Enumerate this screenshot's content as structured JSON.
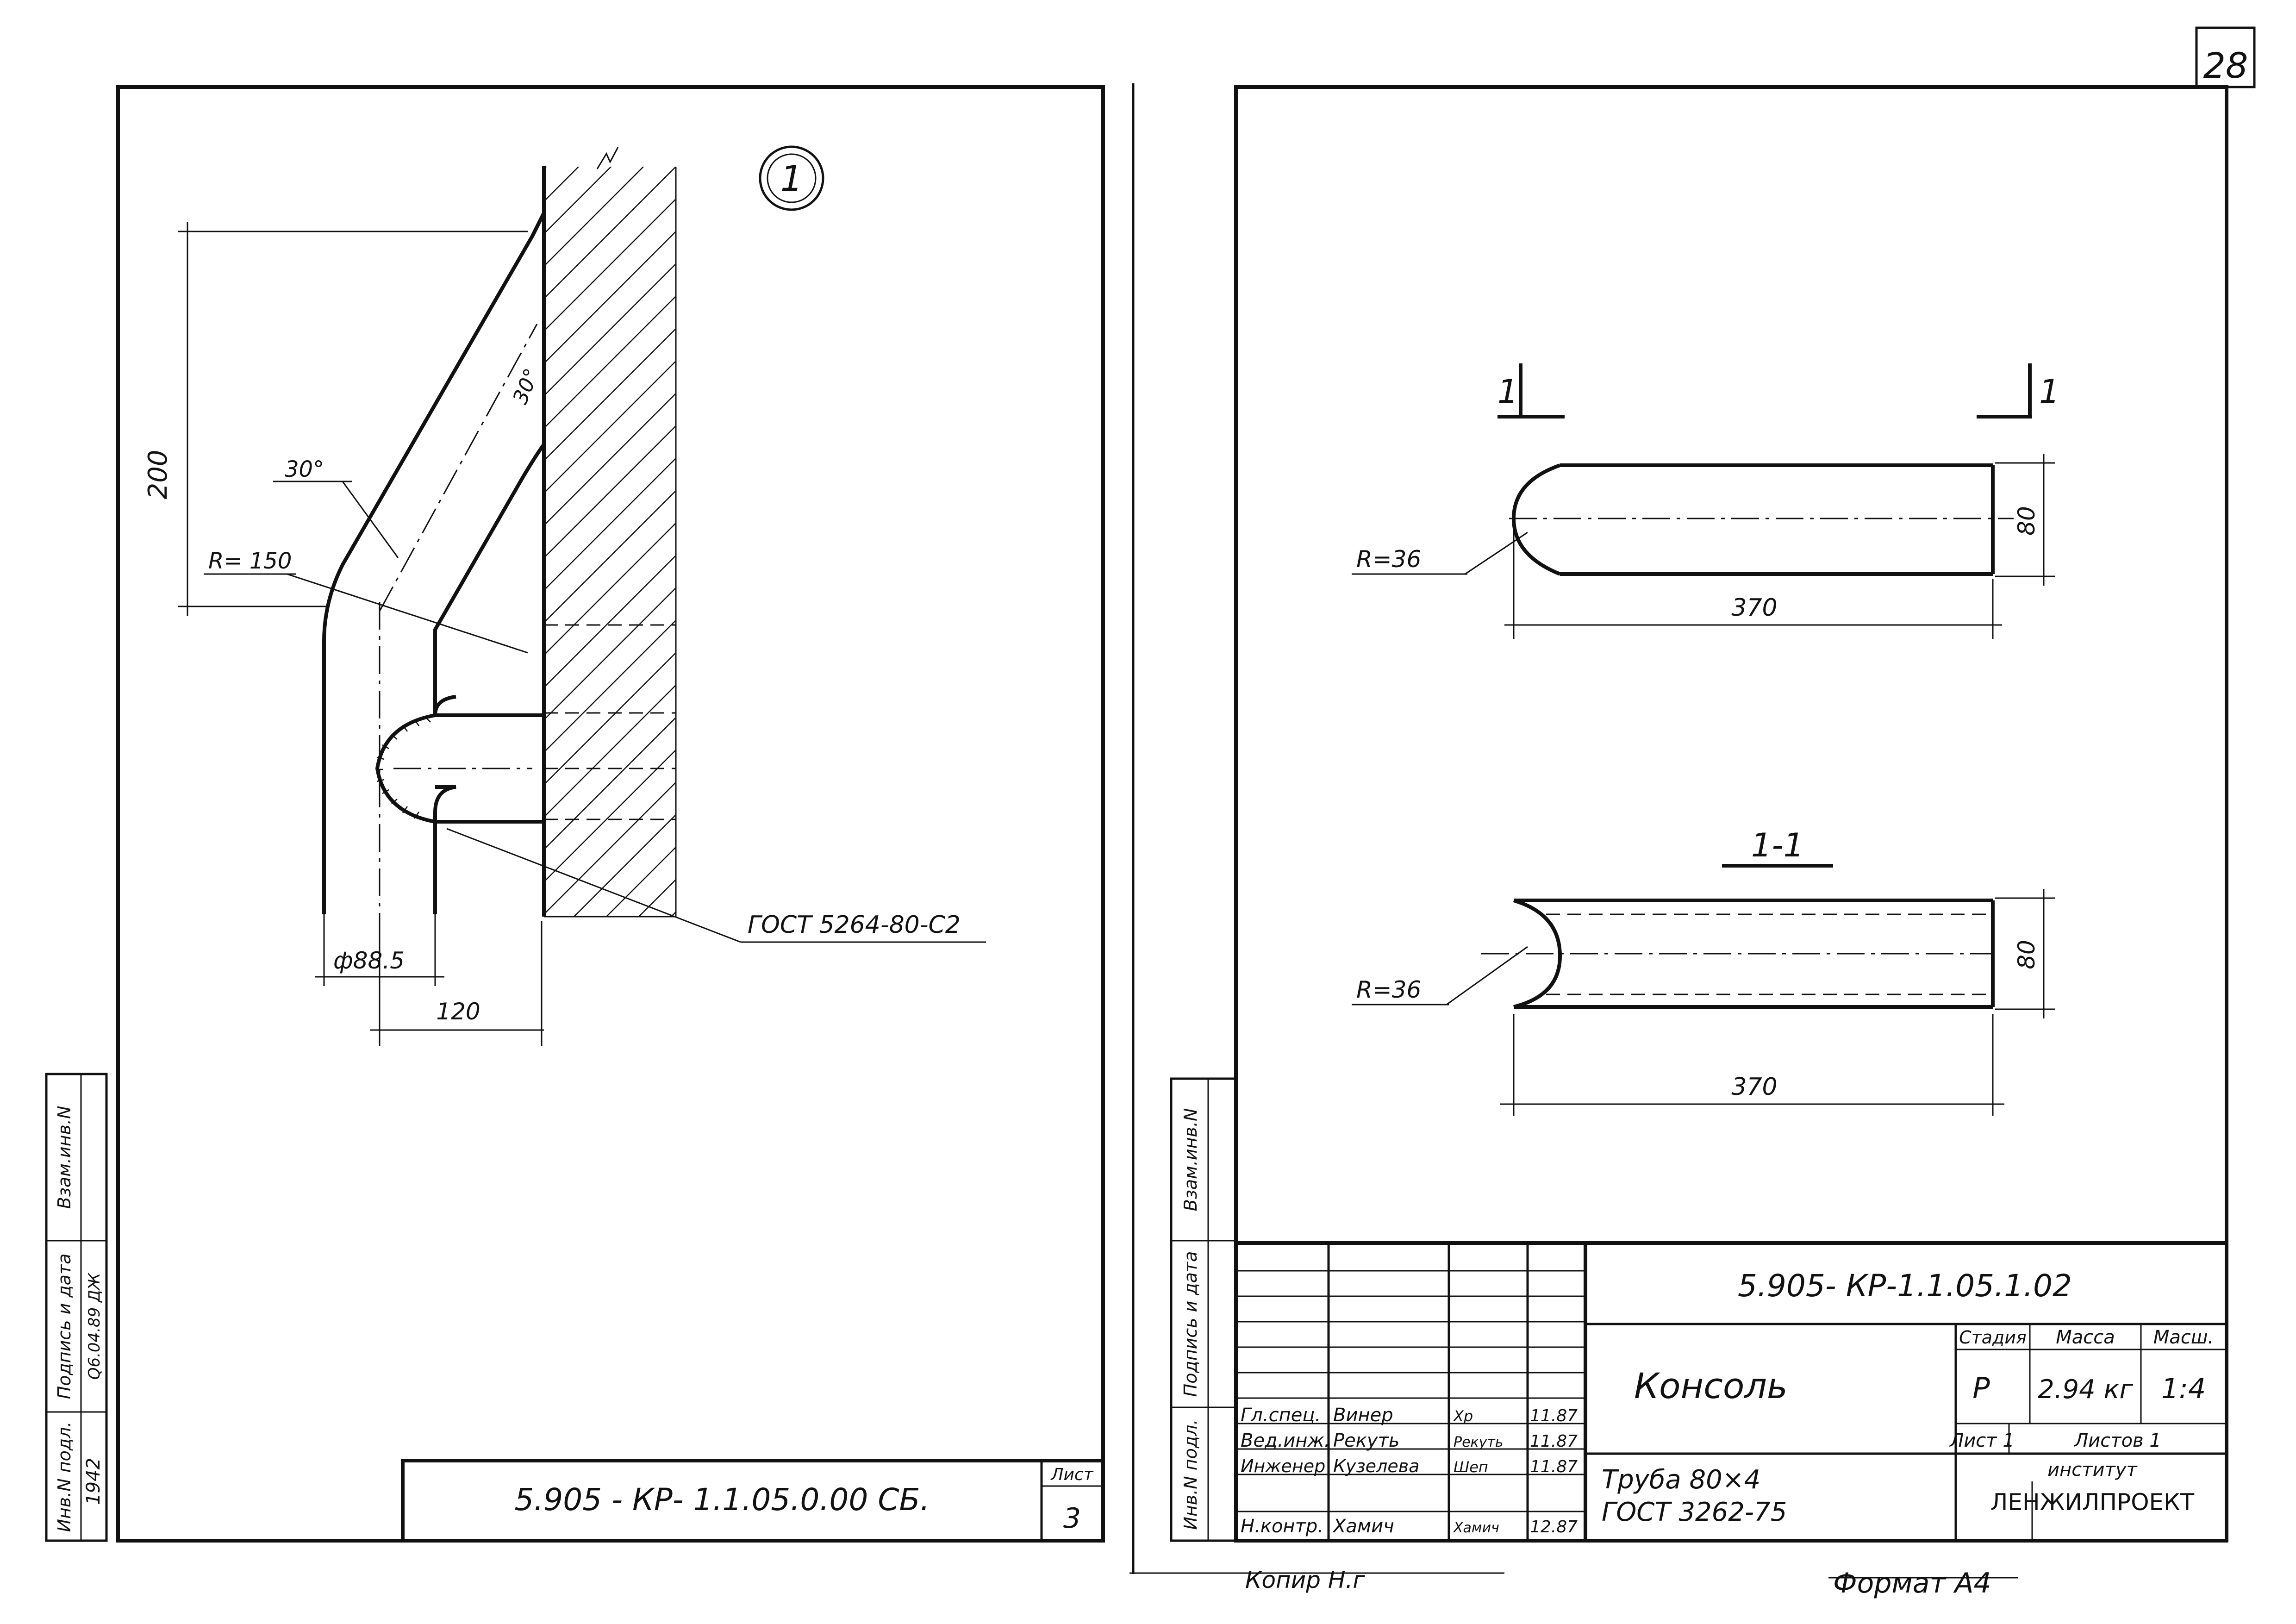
{
  "page_number": "28",
  "left_sheet": {
    "view_marker": "1",
    "dimensions": {
      "height": "200",
      "angle_top": "30°",
      "angle_left": "30°",
      "radius": "R= 150",
      "diameter": "ф88.5",
      "offset": "120"
    },
    "weld_note": "ГОСТ 5264-80-С2",
    "designation": "5.905 - КР- 1.1.05.0.00 СБ.",
    "sheet_label": "Лист",
    "sheet_number": "3",
    "side_stamp": {
      "inv_orig": "Инв.N подл.",
      "sign_date": "Подпись и дата",
      "inv_replace": "Взам.инв.N",
      "inv_value": "1942",
      "sign_value": "Q6.04.89 ДЖ"
    }
  },
  "right_sheet": {
    "section_mark_left": "1",
    "section_mark_right": "1",
    "section_title": "1-1",
    "top_view": {
      "radius": "R=36",
      "width": "80",
      "length": "370"
    },
    "section_view": {
      "radius": "R=36",
      "width": "80",
      "length": "370"
    },
    "side_stamp": {
      "inv_orig": "Инв.N подл.",
      "sign_date": "Подпись и дата",
      "inv_replace": "Взам.инв.N"
    },
    "title_block": {
      "designation": "5.905- КР-1.1.05.1.02",
      "title": "Консоль",
      "stage_label": "Стадия",
      "mass_label": "Масса",
      "scale_label": "Масш.",
      "stage": "Р",
      "mass": "2.94 кг",
      "scale": "1:4",
      "sheet": "Лист 1",
      "sheets": "Листов 1",
      "material_line1": "Труба 80×4",
      "material_line2": "ГОСТ 3262-75",
      "institute_label": "институт",
      "institute": "ЛЕНЖИЛПРОЕКТ",
      "staff": [
        {
          "role": "Гл.спец.",
          "name": "Винер",
          "sign": "Хр",
          "date": "11.87"
        },
        {
          "role": "Вед.инж.",
          "name": "Рекуть",
          "sign": "Рекуть",
          "date": "11.87"
        },
        {
          "role": "Инженер",
          "name": "Кузелева",
          "sign": "Шеп",
          "date": "11.87"
        },
        {
          "role": "Н.контр.",
          "name": "Хамич",
          "sign": "Хамич",
          "date": "12.87"
        }
      ]
    }
  },
  "footer": {
    "copied": "Копир    Н.г",
    "format": "Формат А4"
  }
}
